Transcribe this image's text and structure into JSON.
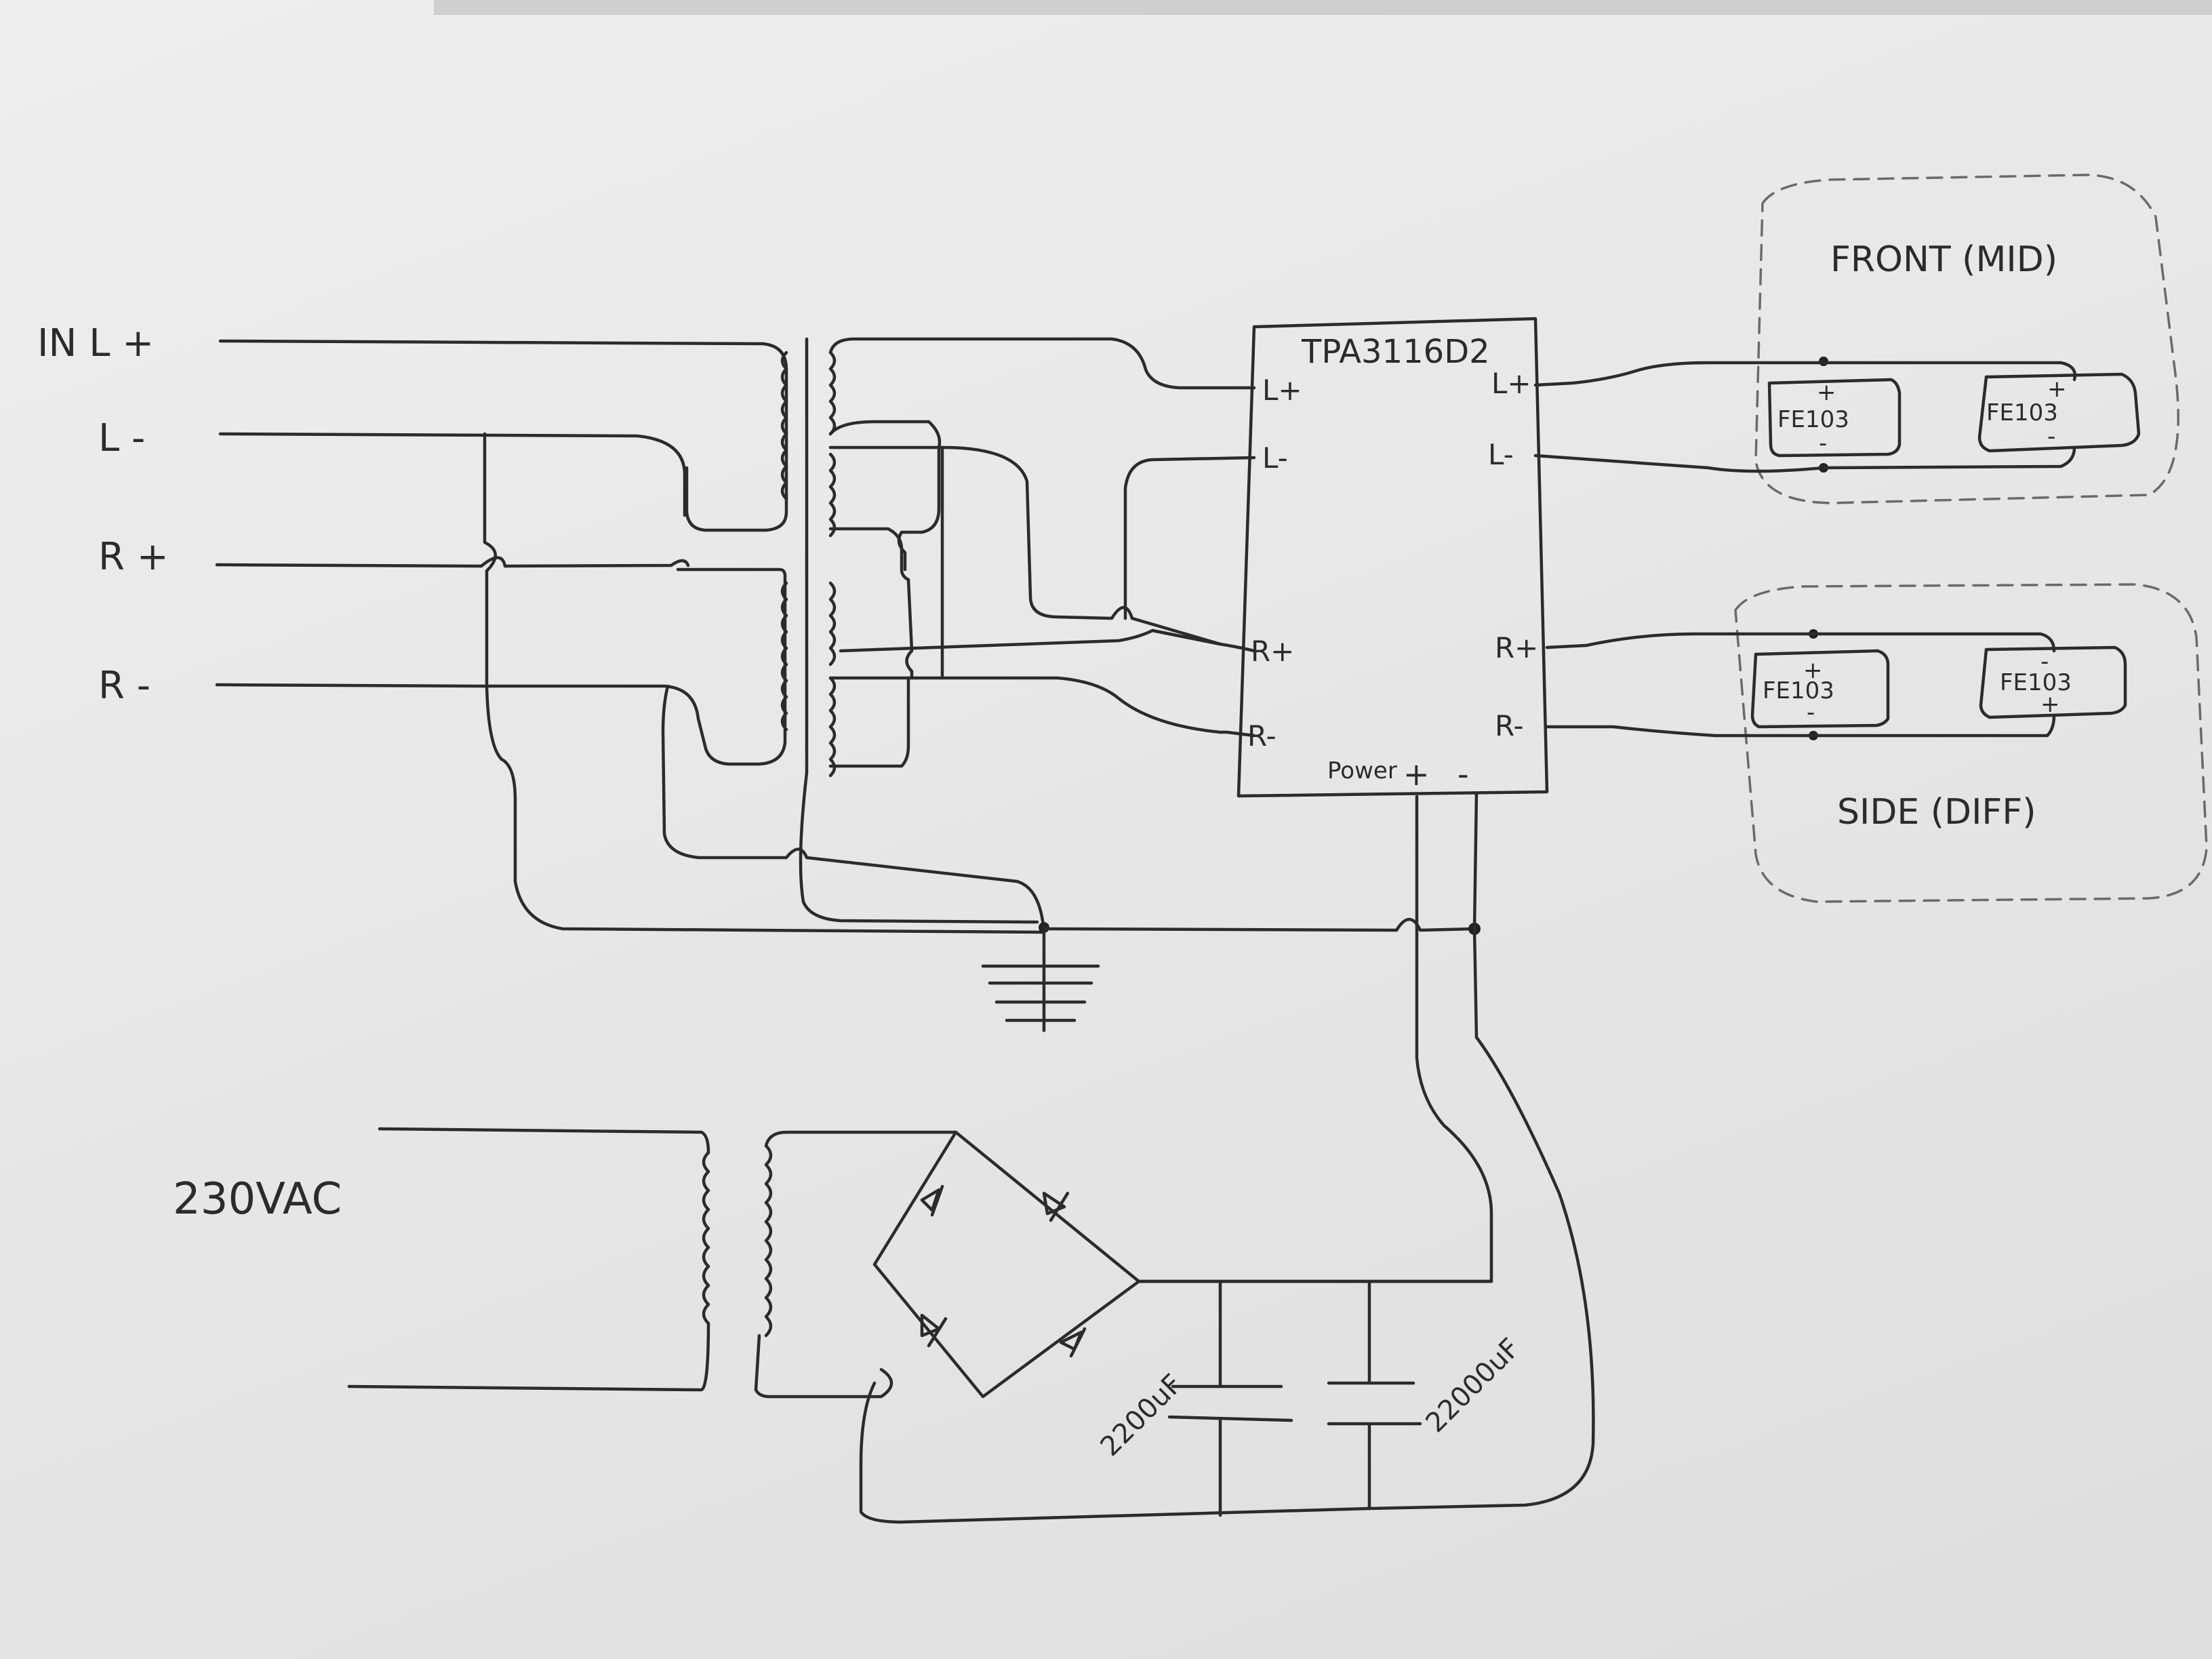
{
  "title": "",
  "inputs": {
    "in_l_plus": "IN L +",
    "l_minus": "L -",
    "r_plus": "R +",
    "r_minus": "R -"
  },
  "amplifier": {
    "name": "TPA3116D2",
    "pin_l_plus_in": "L+",
    "pin_l_minus_in": "L-",
    "pin_r_plus_in": "R+",
    "pin_r_minus_in": "R-",
    "pin_l_plus_out": "L+",
    "pin_l_minus_out": "L-",
    "pin_r_plus_out": "R+",
    "pin_r_minus_out": "R-",
    "power_label": "Power",
    "power_plus": "+",
    "power_minus": "-"
  },
  "speakers": {
    "front_label": "FRONT (MID)",
    "side_label": "SIDE (DIFF)",
    "driver_model": "FE103",
    "plus": "+",
    "minus": "-"
  },
  "power_supply": {
    "mains_label": "230VAC",
    "cap1_value": "2200uF",
    "cap2_value": "22000uF"
  }
}
